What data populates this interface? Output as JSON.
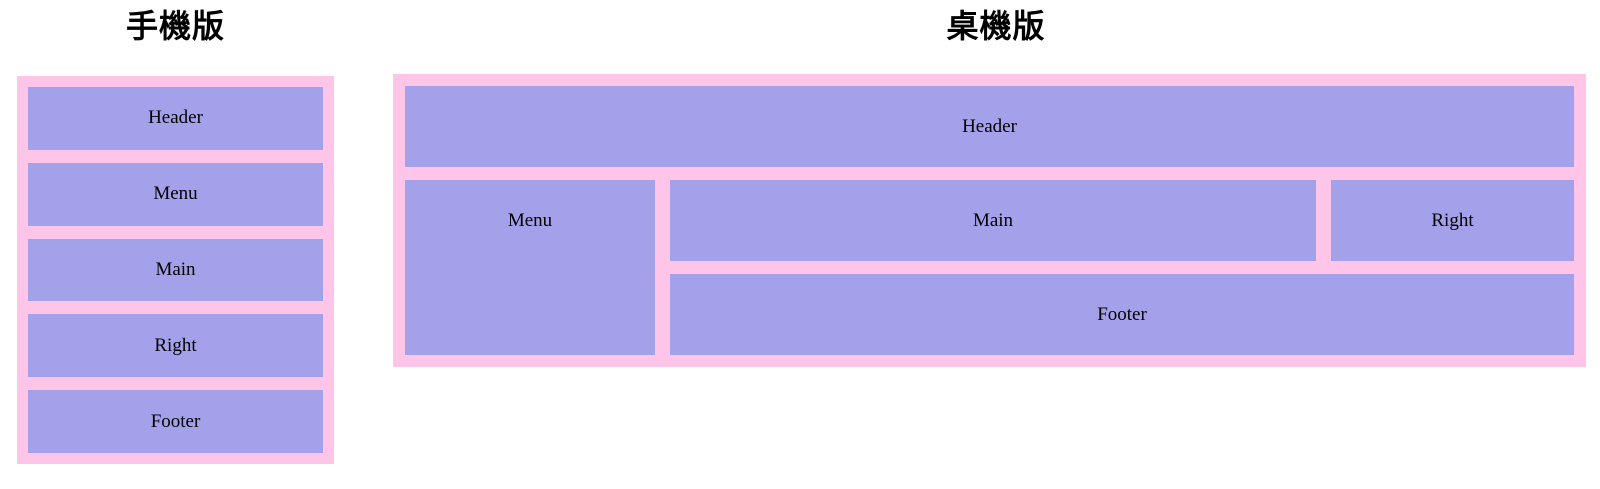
{
  "colors": {
    "container_bg": "#FFC5E8",
    "box_bg": "#A3A1E9",
    "label_text": "#000000",
    "title_text": "#000000",
    "page_bg": "#ffffff"
  },
  "mobile_panel": {
    "title": "手機版",
    "boxes": [
      {
        "label": "Header"
      },
      {
        "label": "Menu"
      },
      {
        "label": "Main"
      },
      {
        "label": "Right"
      },
      {
        "label": "Footer"
      }
    ]
  },
  "desktop_panel": {
    "title": "桌機版",
    "boxes": {
      "header": {
        "label": "Header"
      },
      "menu": {
        "label": "Menu"
      },
      "main": {
        "label": "Main"
      },
      "right": {
        "label": "Right"
      },
      "footer": {
        "label": "Footer"
      }
    }
  }
}
